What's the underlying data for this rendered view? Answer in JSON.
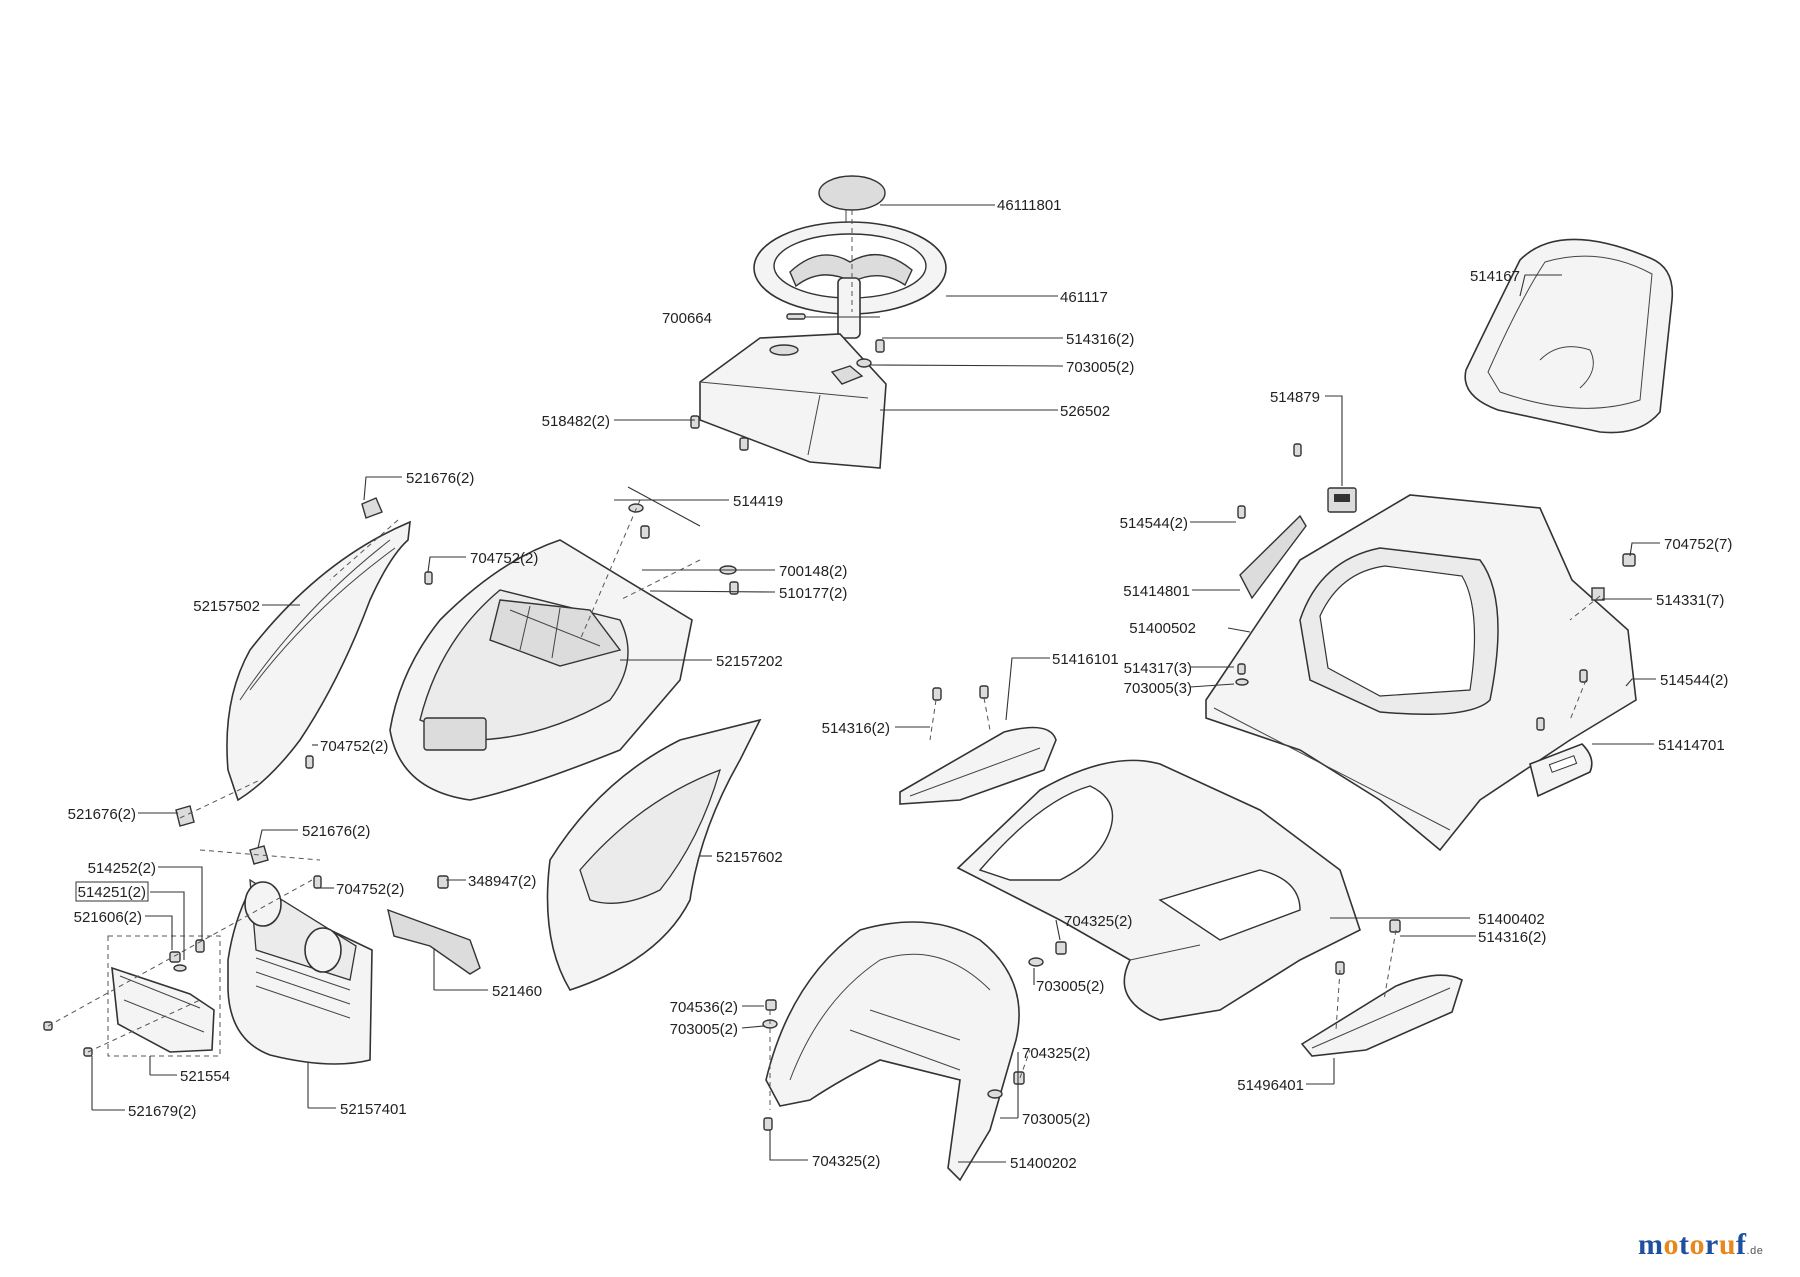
{
  "brand": {
    "name": "motoruf",
    "suffix": ".de",
    "color_a": "#1f4fa0",
    "color_b": "#e8871e"
  },
  "parts": {
    "steering_cap": "46111801",
    "steering_wheel": "461117",
    "pin": "700664",
    "screw_a": "514316(2)",
    "washer_a": "703005(2)",
    "dash_panel": "526502",
    "screw_b": "518482(2)",
    "seat": "514167",
    "switch": "514879",
    "screw_c": "514544(2)",
    "trim_left": "51414801",
    "body_rear": "51400502",
    "screw_d": "704752(7)",
    "clip_d": "514331(7)",
    "screw_e": "514544(2)",
    "trim_right": "51414701",
    "step_left": "51416101",
    "screw_f": "514316(2)",
    "screw_g": "514317(3)",
    "washer_g": "703005(3)",
    "clip_top": "521676(2)",
    "panel_side_left": "52157502",
    "screw_h": "704752(2)",
    "bar_514419": "514419",
    "washer_h": "700148(2)",
    "screw_i": "510177(2)",
    "hood": "52157202",
    "screw_j": "704752(2)",
    "clip_bottom": "521676(2)",
    "panel_side_right": "52157602",
    "clip_mid": "521676(2)",
    "bolt_a": "514252(2)",
    "bolt_b": "514251(2)",
    "bolt_c": "521606(2)",
    "screw_k": "704752(2)",
    "bracket_screw": "348947(2)",
    "bracket": "521460",
    "grille": "521554",
    "screw_l": "521679(2)",
    "front_bumper": "52157401",
    "body_mid": "51400402",
    "screw_m": "514316(2)",
    "screw_n": "704325(2)",
    "washer_n": "703005(2)",
    "step_right": "51496401",
    "nut_o": "704536(2)",
    "washer_o": "703005(2)",
    "screw_p": "704325(2)",
    "washer_p": "703005(2)",
    "front_frame": "51400202",
    "screw_q": "704325(2)"
  }
}
